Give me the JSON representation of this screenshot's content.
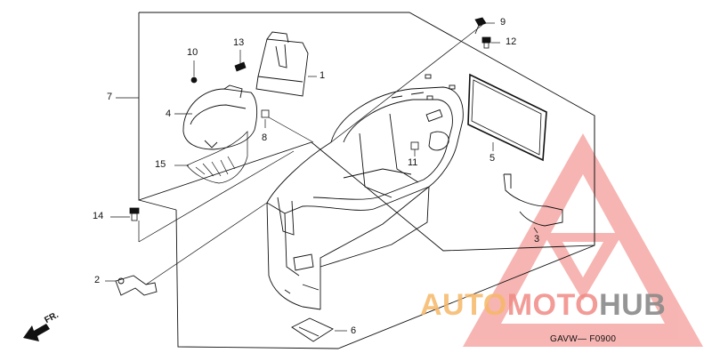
{
  "callouts": {
    "c1": "1",
    "c2": "2",
    "c3": "3",
    "c4": "4",
    "c5": "5",
    "c6": "6",
    "c7": "7",
    "c8": "8",
    "c9": "9",
    "c10": "10",
    "c11": "11",
    "c12": "12",
    "c13": "13",
    "c14": "14",
    "c15": "15"
  },
  "direction_label": "FR.",
  "diagram_code": "GAVW— F0900",
  "watermark": {
    "part1": "AUTO",
    "part2": "MOTO",
    "part3": "HUB",
    "colors": {
      "orange": "#f6b868",
      "red": "#f08a85",
      "gray": "#8a8a8a"
    }
  }
}
